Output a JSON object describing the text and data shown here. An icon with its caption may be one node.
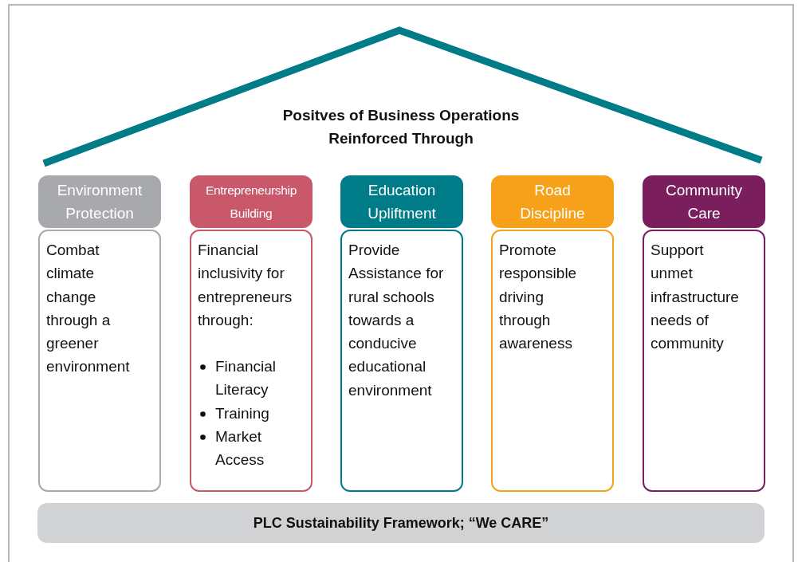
{
  "diagram": {
    "title": "Positves of Business Operations Reinforced Through",
    "nodes": [
      {
        "text": [
          "Environment Protection"
        ]
      },
      {
        "text": [
          "Combat climate change through a greener environment"
        ]
      },
      {
        "text": [
          "Entrepreneurship Building"
        ]
      },
      {
        "text": [
          "Financial inclusivity for entrepreneurs through:",
          "Financial Literacy",
          "Training",
          "Market Access"
        ]
      },
      {
        "text": [
          "Education Upliftment"
        ]
      },
      {
        "text": [
          "Provide Assistance for rural schools towards a conducive educational environment"
        ]
      },
      {
        "text": [
          "Road Discipline"
        ]
      },
      {
        "text": [
          "Promote responsible driving through awareness"
        ]
      },
      {
        "text": [
          "Community Care"
        ]
      },
      {
        "text": [
          "Support unmet infrastructure needs of community"
        ]
      },
      {
        "text": [
          "PLC Sustainability Framework; “We CARE”"
        ]
      }
    ]
  }
}
